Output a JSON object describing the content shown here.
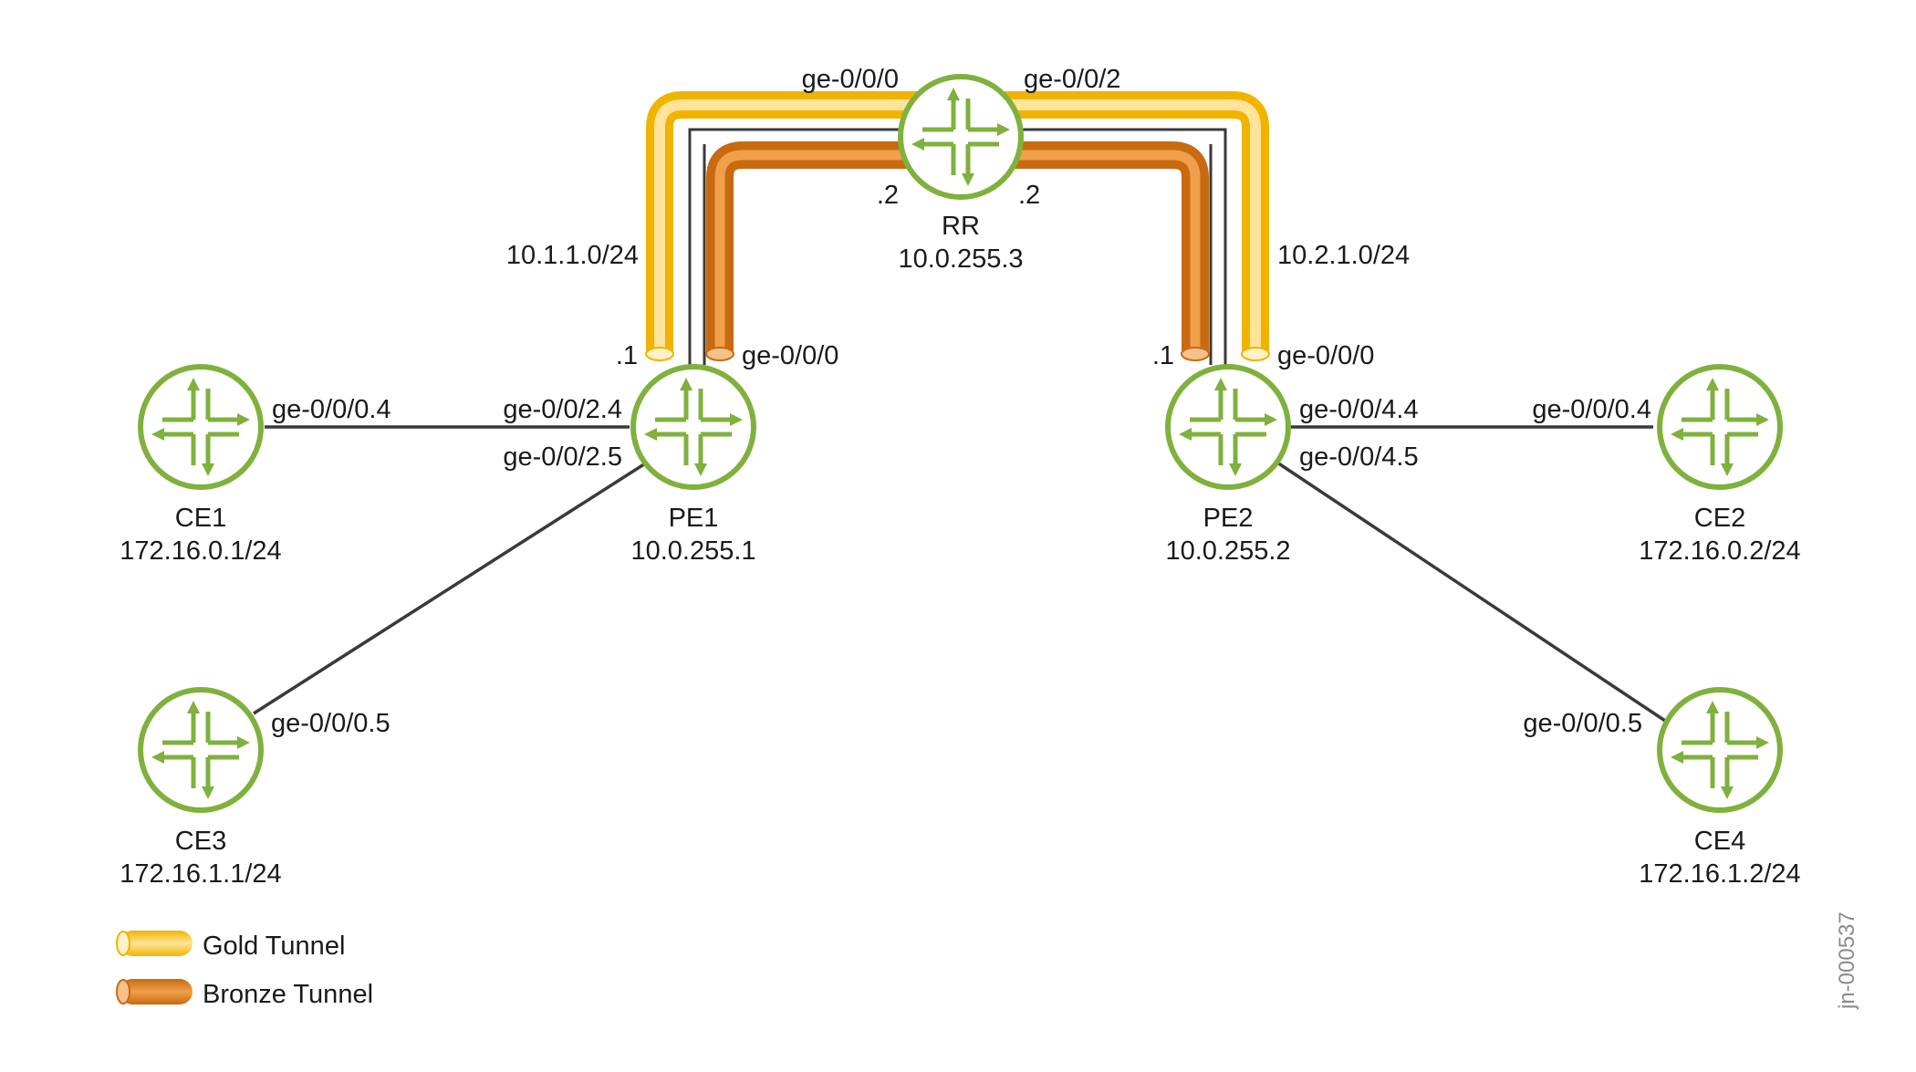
{
  "colors": {
    "router_ring": "#7fb13c",
    "router_fill": "#ffffff",
    "link": "#3a3a3a",
    "gold_dark": "#f0b400",
    "gold_light": "#ffe49a",
    "bronze_dark": "#c86a10",
    "bronze_light": "#f0a04a",
    "text": "#1a1a1a"
  },
  "icons": {
    "router": "router-icon"
  },
  "routers": {
    "rr": {
      "name": "RR",
      "ip": "10.0.255.3"
    },
    "pe1": {
      "name": "PE1",
      "ip": "10.0.255.1"
    },
    "pe2": {
      "name": "PE2",
      "ip": "10.0.255.2"
    },
    "ce1": {
      "name": "CE1",
      "ip": "172.16.0.1/24"
    },
    "ce2": {
      "name": "CE2",
      "ip": "172.16.0.2/24"
    },
    "ce3": {
      "name": "CE3",
      "ip": "172.16.1.1/24"
    },
    "ce4": {
      "name": "CE4",
      "ip": "172.16.1.2/24"
    }
  },
  "labels": {
    "rr_if_left": "ge-0/0/0",
    "rr_if_right": "ge-0/0/2",
    "rr_addr_left": ".2",
    "rr_addr_right": ".2",
    "subnet_left": "10.1.1.0/24",
    "subnet_right": "10.2.1.0/24",
    "pe1_addr": ".1",
    "pe1_uplink_if": "ge-0/0/0",
    "pe2_addr": ".1",
    "pe2_uplink_if": "ge-0/0/0",
    "ce1_if": "ge-0/0/0.4",
    "pe1_if_ce1": "ge-0/0/2.4",
    "pe1_if_ce3": "ge-0/0/2.5",
    "ce3_if": "ge-0/0/0.5",
    "pe2_if_ce2": "ge-0/0/4.4",
    "pe2_if_ce4": "ge-0/0/4.5",
    "ce2_if": "ge-0/0/0.4",
    "ce4_if": "ge-0/0/0.5"
  },
  "legend": {
    "gold": "Gold Tunnel",
    "bronze": "Bronze Tunnel"
  },
  "figure_id": "jn-000537"
}
